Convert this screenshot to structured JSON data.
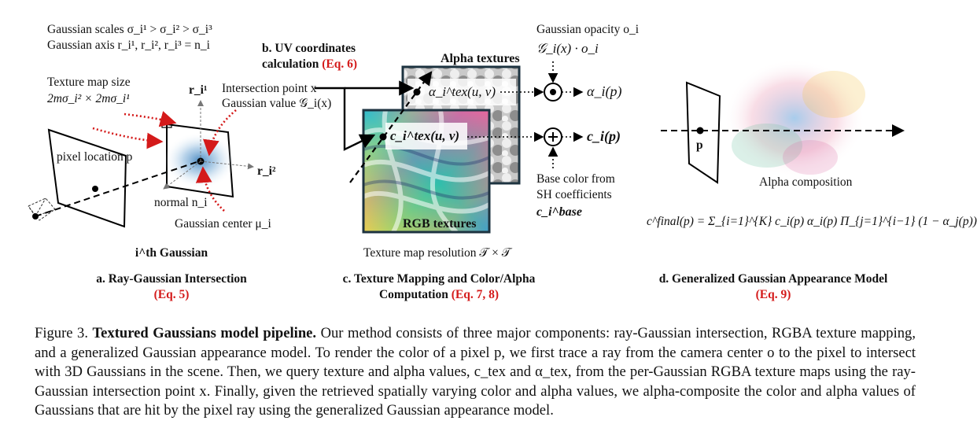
{
  "panel_a": {
    "scales_line": "Gaussian scales σ_i¹ > σ_i² > σ_i³",
    "axis_line": "Gaussian axis r_i¹, r_i², r_i³ = n_i",
    "texture_size_label": "Texture map size",
    "texture_size_expr": "2mσ_i² × 2mσ_i¹",
    "pixel_label": "pixel location p",
    "normal_label": "normal n_i",
    "center_label": "Gaussian center μ_i",
    "axis_r1": "r_i¹",
    "axis_r2": "r_i²",
    "ith_label": "i^th Gaussian",
    "title": "a. Ray-Gaussian Intersection",
    "eq": "(Eq. 5)"
  },
  "panel_b": {
    "title_line1": "b. UV coordinates",
    "title_line2": "calculation",
    "eq": "(Eq. 6)",
    "intersection_label": "Intersection point x",
    "gaussian_value_label": "Gaussian value 𝒢_i(x)"
  },
  "panel_c": {
    "alpha_textures": "Alpha textures",
    "rgb_textures": "RGB textures",
    "alpha_lookup": "α_i^tex(u, v)",
    "color_lookup": "c_i^tex(u, v)",
    "opacity_label": "Gaussian opacity o_i",
    "opacity_expr": "𝒢_i(x) · o_i",
    "alpha_out": "α_i(p)",
    "color_out": "c_i(p)",
    "base_line1": "Base color from",
    "base_line2": "SH coefficients",
    "base_expr": "c_i^base",
    "resolution_label": "Texture map resolution 𝒯 × 𝒯",
    "title_line1": "c. Texture Mapping and Color/Alpha",
    "title_line2": "Computation",
    "eq": "(Eq. 7, 8)"
  },
  "panel_d": {
    "pixel": "p",
    "alpha_composition": "Alpha composition",
    "formula": "c^final(p) = Σ_{i=1}^{K} c_i(p) α_i(p) Π_{j=1}^{i−1} (1 − α_j(p))",
    "title": "d. Generalized Gaussian Appearance Model",
    "eq": "(Eq. 9)"
  },
  "caption": {
    "figure_number": "Figure 3.",
    "lead": "Textured Gaussians model pipeline.",
    "body": "Our method consists of three major components: ray-Gaussian intersection, RGBA texture mapping, and a generalized Gaussian appearance model. To render the color of a pixel p, we first trace a ray from the camera center o to the pixel to intersect with 3D Gaussians in the scene. Then, we query texture and alpha values, c_tex and α_tex, from the per-Gaussian RGBA texture maps using the ray-Gaussian intersection point x. Finally, given the retrieved spatially varying color and alpha values, we alpha-composite the color and alpha values of Gaussians that are hit by the pixel ray using the generalized Gaussian appearance model."
  },
  "colors": {
    "accent_red": "#d41a1a",
    "gaussian_blue": "#2f78b7",
    "texture_frame": "#1d3340"
  }
}
